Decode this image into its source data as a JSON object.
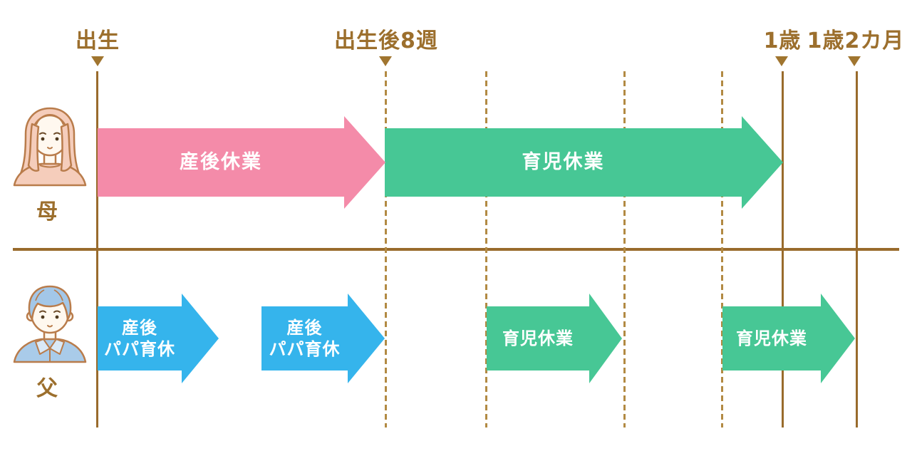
{
  "palette": {
    "label_brown": "#9C6F2D",
    "line_solid_brown": "#996B2C",
    "line_dashed_tan": "#B28A43",
    "arrow_pink": "#F48BA9",
    "arrow_green": "#47C795",
    "arrow_blue": "#35B4EC",
    "arrow_text": "#FFFFFF"
  },
  "markers": [
    {
      "id": "birth",
      "label": "出生"
    },
    {
      "id": "week8-after-birth",
      "label": "出生後8週"
    },
    {
      "id": "age-1",
      "label": "1歳"
    },
    {
      "id": "age-1y2m",
      "label": "1歳2カ月"
    }
  ],
  "rows": {
    "mother": {
      "label": "母",
      "arrows": [
        {
          "id": "postnatal-leave",
          "label": "産後休業",
          "color": "#F48BA9"
        },
        {
          "id": "childcare-leave",
          "label": "育児休業",
          "color": "#47C795"
        }
      ]
    },
    "father": {
      "label": "父",
      "arrows": [
        {
          "id": "papa-leave-1",
          "label": "産後\nパパ育休",
          "color": "#35B4EC"
        },
        {
          "id": "papa-leave-2",
          "label": "産後\nパパ育休",
          "color": "#35B4EC"
        },
        {
          "id": "childcare-leave-1",
          "label": "育児休業",
          "color": "#47C795"
        },
        {
          "id": "childcare-leave-2",
          "label": "育児休業",
          "color": "#47C795"
        }
      ]
    }
  }
}
